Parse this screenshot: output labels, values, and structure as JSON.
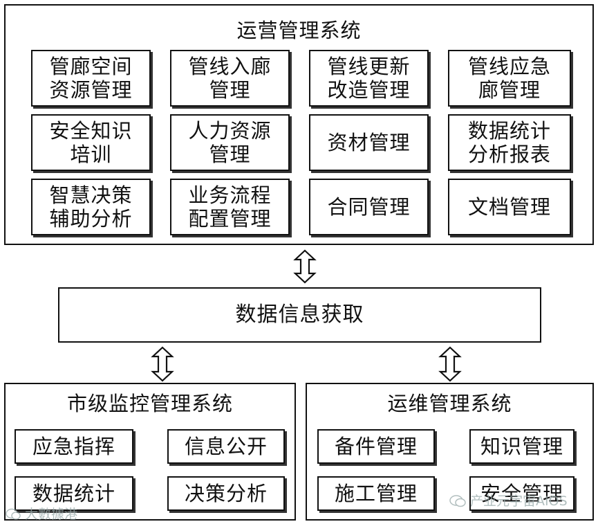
{
  "ops_system": {
    "title": "运营管理系统",
    "modules": [
      {
        "label": "管廊空间\n资源管理"
      },
      {
        "label": "管线入廊\n管理"
      },
      {
        "label": "管线更新\n改造管理"
      },
      {
        "label": "管线应急\n廊管理"
      },
      {
        "label": "安全知识\n培训"
      },
      {
        "label": "人力资源\n管理"
      },
      {
        "label": "资材管理"
      },
      {
        "label": "数据统计\n分析报表"
      },
      {
        "label": "智慧决策\n辅助分析"
      },
      {
        "label": "业务流程\n配置管理"
      },
      {
        "label": "合同管理"
      },
      {
        "label": "文档管理"
      }
    ]
  },
  "data_acquisition": {
    "label": "数据信息获取"
  },
  "city_system": {
    "title": "市级监控管理系统",
    "modules": [
      {
        "label": "应急指挥"
      },
      {
        "label": "信息公开"
      },
      {
        "label": "数据统计"
      },
      {
        "label": "决策分析"
      }
    ]
  },
  "maint_system": {
    "title": "运维管理系统",
    "modules": [
      {
        "label": "备件管理"
      },
      {
        "label": "知识管理"
      },
      {
        "label": "施工管理"
      },
      {
        "label": "安全管理"
      }
    ]
  },
  "watermarks": {
    "left": "大數據港",
    "right": "产业元宇宙AIOS"
  },
  "icons": [
    "double-arrow-icon",
    "wechat-icon"
  ]
}
